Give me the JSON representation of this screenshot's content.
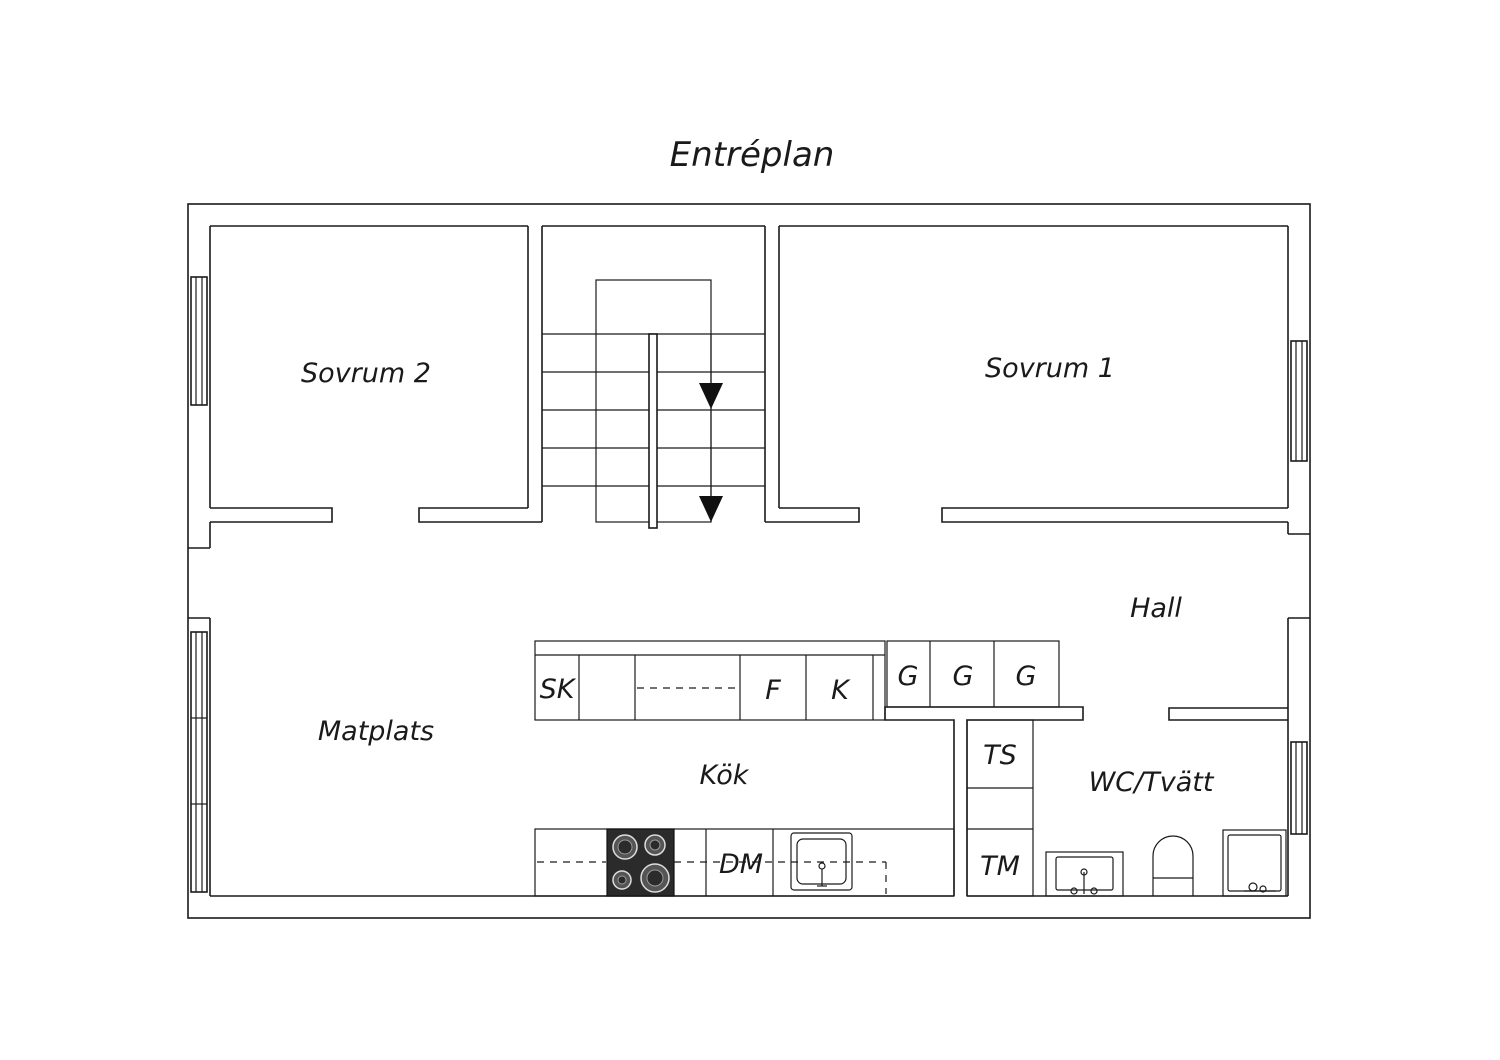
{
  "title": "Entréplan",
  "rooms": {
    "sovrum2": "Sovrum 2",
    "sovrum1": "Sovrum 1",
    "hall": "Hall",
    "matplats": "Matplats",
    "kok": "Kök",
    "wc": "WC/Tvätt"
  },
  "appliances": {
    "sk": "SK",
    "f": "F",
    "k": "K",
    "g1": "G",
    "g2": "G",
    "g3": "G",
    "ts": "TS",
    "tm": "TM",
    "dm": "DM"
  },
  "icons": [
    "stair-arrow-icon",
    "stove-icon",
    "sink-icon",
    "toilet-icon",
    "washbasin-icon",
    "shower-icon",
    "window-icon"
  ]
}
